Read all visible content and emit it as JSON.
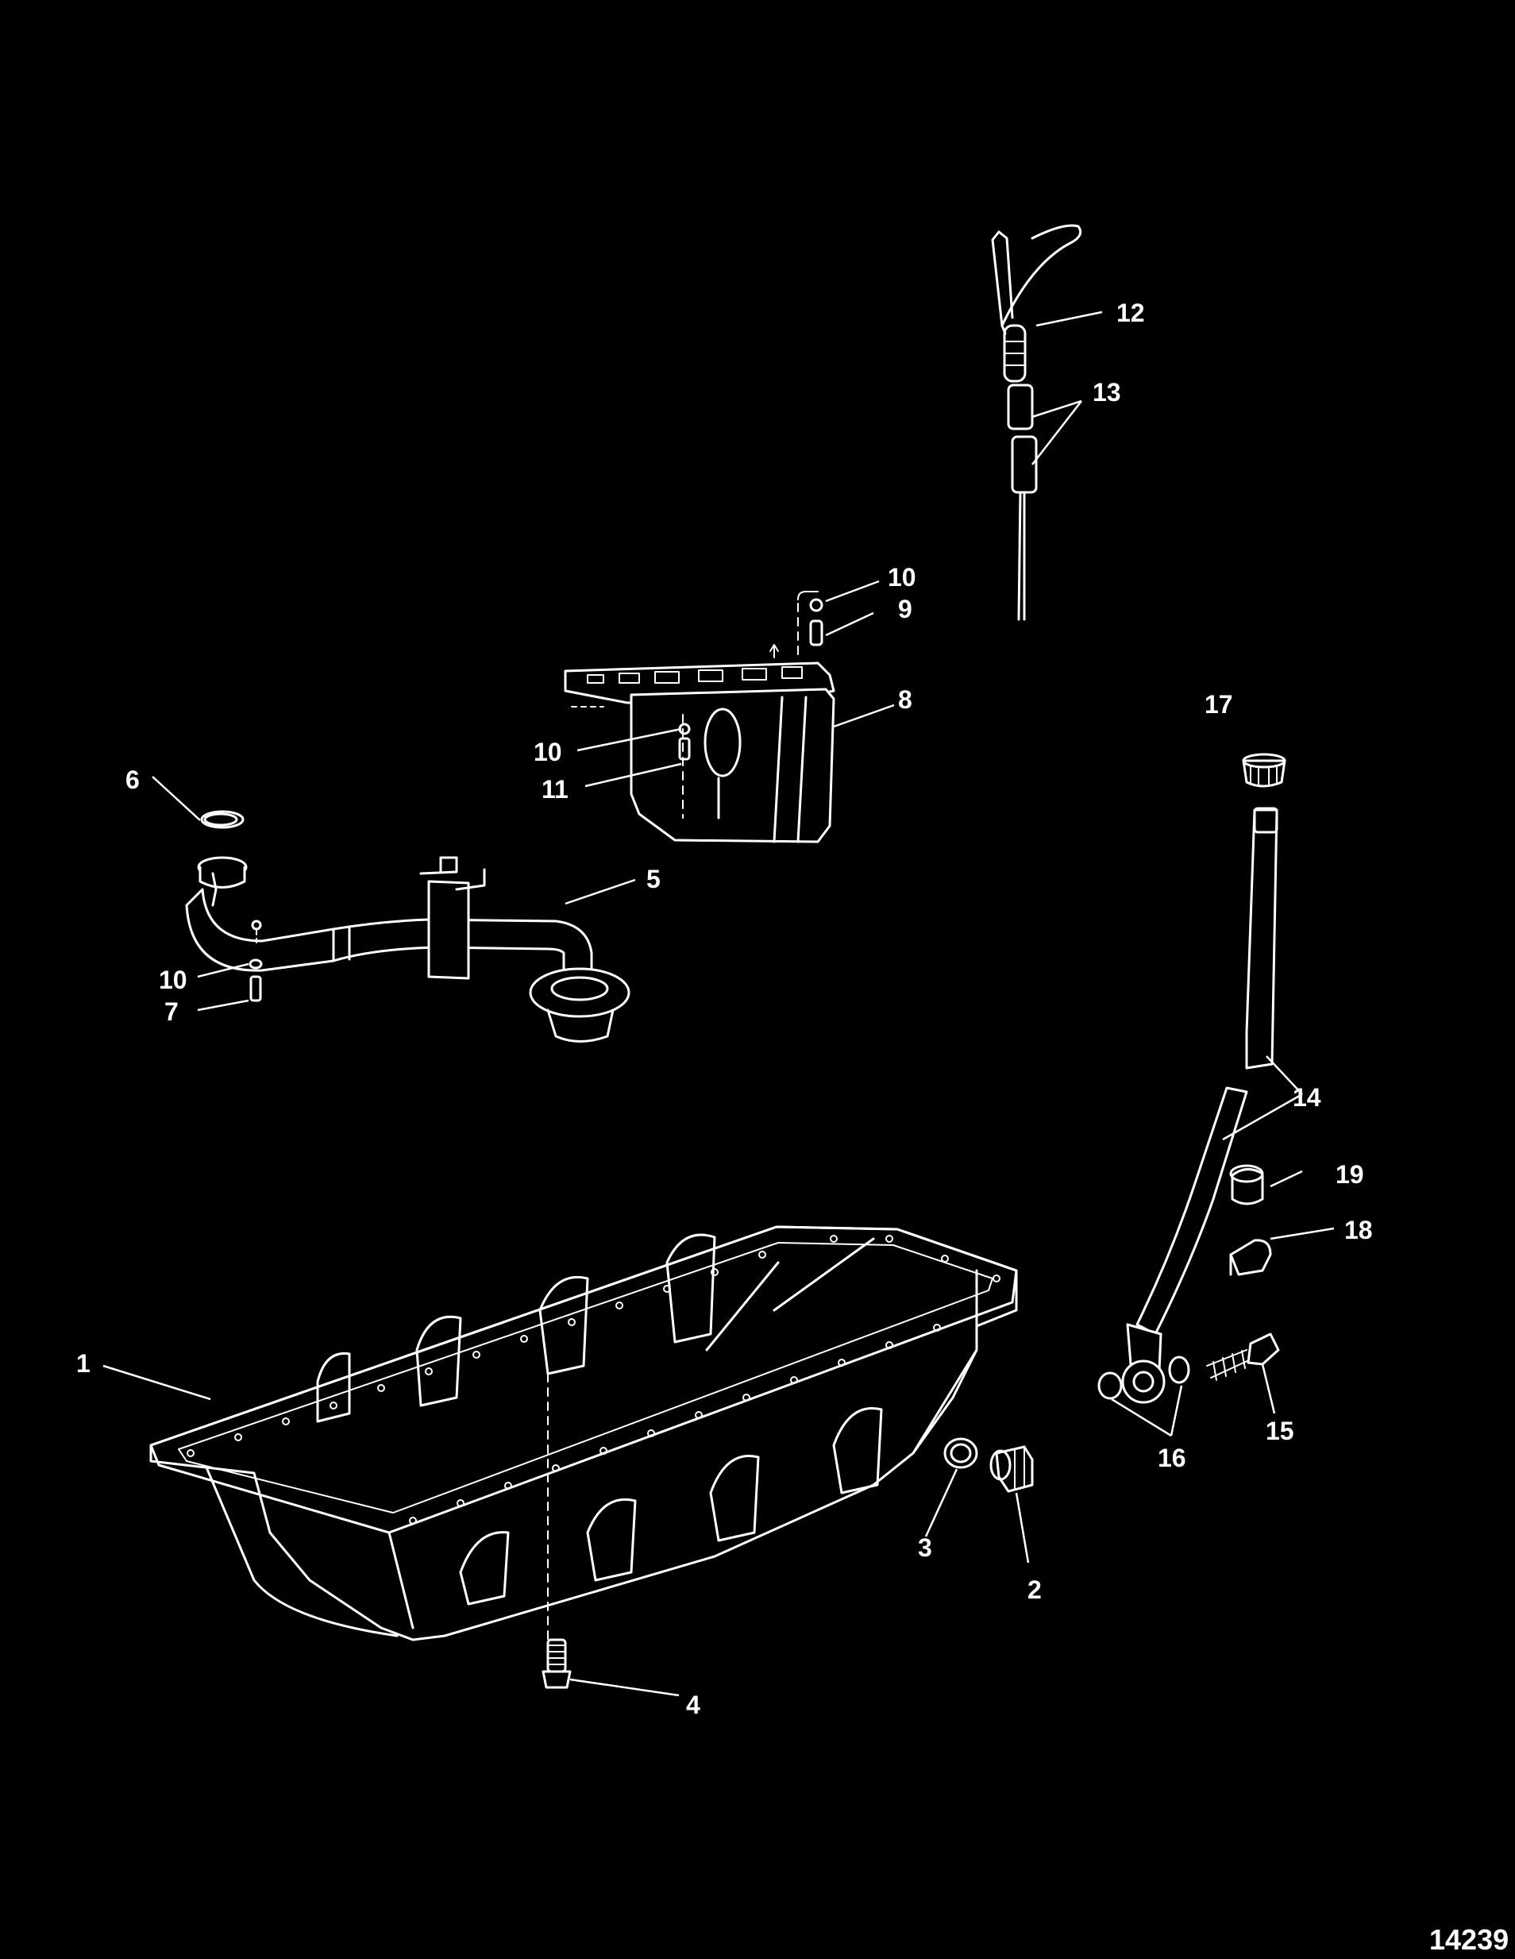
{
  "figure_number": "14239",
  "callouts": {
    "c1": "1",
    "c2": "2",
    "c3": "3",
    "c4": "4",
    "c5": "5",
    "c6": "6",
    "c7": "7",
    "c8": "8",
    "c9": "9",
    "c10a": "10",
    "c10b": "10",
    "c10c": "10",
    "c11": "11",
    "c12": "12",
    "c13": "13",
    "c14": "14",
    "c15": "15",
    "c16": "16",
    "c17": "17",
    "c18": "18",
    "c19": "19"
  }
}
